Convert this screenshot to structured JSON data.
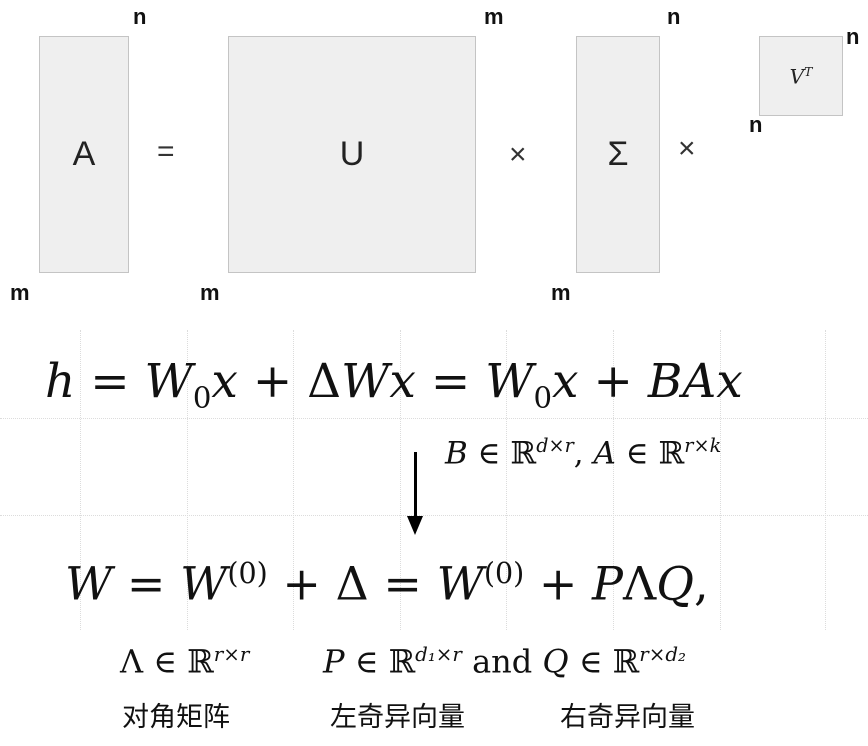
{
  "svd": {
    "A": "A",
    "U": "U",
    "Sigma": "Σ",
    "VT_base": "V",
    "VT_sup": "T",
    "equals": "=",
    "times1": "×",
    "times2": "×",
    "dims": {
      "A_cols": "n",
      "A_rows": "m",
      "U_cols": "m",
      "U_rows": "m",
      "S_cols": "n",
      "S_rows": "m",
      "V_cols": "n",
      "V_rows": "n"
    }
  },
  "lora": {
    "eq": [
      "h",
      " = ",
      "W",
      "0",
      "x",
      " + Δ",
      "W",
      "x",
      " = ",
      "W",
      "0",
      "x",
      " + ",
      "BAx"
    ],
    "constraint": [
      "B",
      " ∈ ℝ",
      "d×r",
      ", ",
      "A",
      " ∈ ℝ",
      "r×k"
    ]
  },
  "adalora": {
    "eq": [
      "W",
      " = ",
      "W",
      "(0)",
      " + Δ = ",
      "W",
      "(0)",
      " + ",
      "P",
      "Λ",
      "Q",
      ","
    ],
    "lambda": [
      "Λ ∈ ℝ",
      "r×r"
    ],
    "pq": [
      "P",
      " ∈ ℝ",
      "d₁×r",
      " and ",
      "Q",
      " ∈ ℝ",
      "r×d₂"
    ],
    "labels": {
      "diag": "对角矩阵",
      "left": "左奇异向量",
      "right": "右奇异向量"
    }
  }
}
